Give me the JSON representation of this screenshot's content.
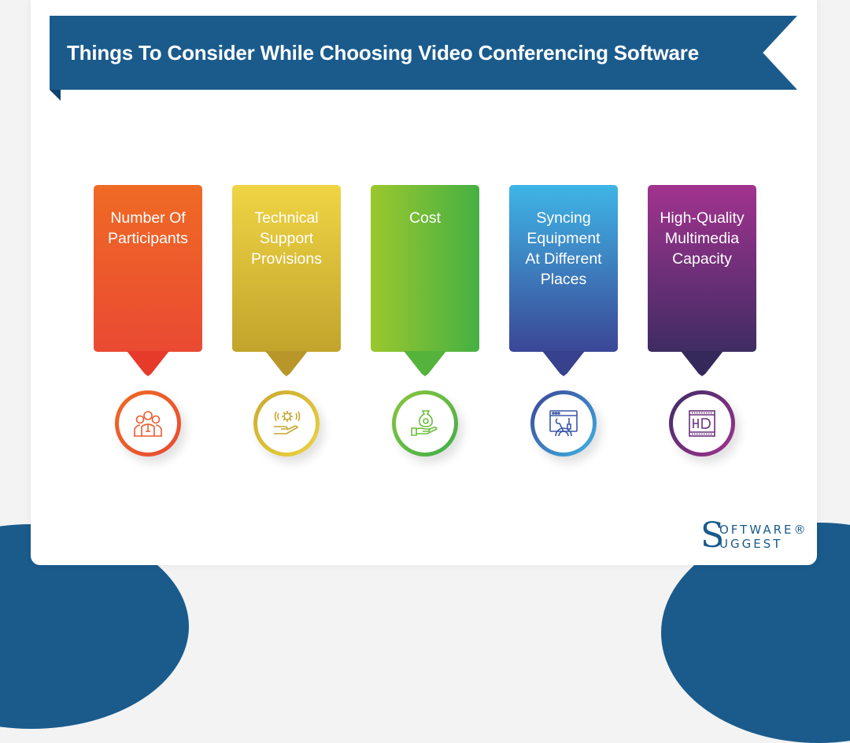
{
  "header": {
    "title": "Things To Consider While Choosing Video Conferencing Software",
    "banner_color": "#1a5b8c"
  },
  "items": [
    {
      "label": "Number Of\nParticipants",
      "icon": "team-group-icon",
      "gradient": [
        "#ef6a24",
        "#ea4a33"
      ],
      "pointer_color": "#e63b2a",
      "ring": [
        "#ef6a24",
        "#e94b34"
      ]
    },
    {
      "label": "Technical\nSupport\nProvisions",
      "icon": "gear-hand-support-icon",
      "gradient": [
        "#efd444",
        "#c2a42c"
      ],
      "pointer_color": "#b8962a",
      "ring": [
        "#c9a92d",
        "#ecd342"
      ]
    },
    {
      "label": "Cost",
      "icon": "money-bag-hand-icon",
      "gradient": [
        "#9bc72e",
        "#45b043"
      ],
      "pointer_color": "#55b23a",
      "ring": [
        "#8dc63f",
        "#3fae49"
      ]
    },
    {
      "label": "Syncing\nEquipment\nAt Different\nPlaces",
      "icon": "browser-tools-gear-icon",
      "gradient": [
        "#3fb5e6",
        "#3b4796"
      ],
      "pointer_color": "#37418e",
      "ring": [
        "#3a4396",
        "#3fb4e5"
      ]
    },
    {
      "label": "High-Quality\nMultimedia\nCapacity",
      "icon": "hd-film-icon",
      "gradient": [
        "#a2338f",
        "#3f2c63"
      ],
      "pointer_color": "#35285a",
      "ring": [
        "#3d2c64",
        "#a2338f"
      ]
    }
  ],
  "logo": {
    "big_letter": "S",
    "line1": "oftware®",
    "line2": "uggest"
  }
}
